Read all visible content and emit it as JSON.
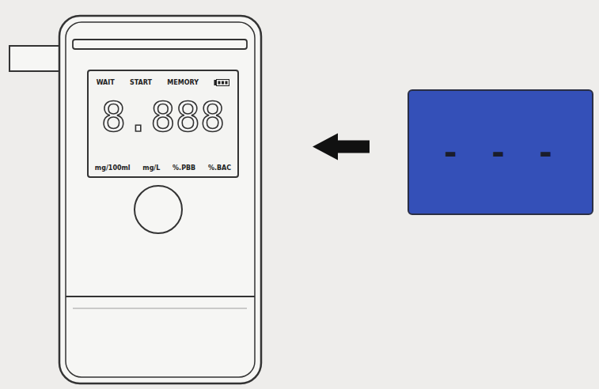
{
  "diagram": {
    "nodes": [
      {
        "text": [
          "WAIT",
          "START",
          "MEMORY",
          "8.888",
          "mg/100ml",
          "mg/L",
          "%.PBB",
          "%.BAC"
        ]
      },
      {
        "text": [
          "- - -"
        ]
      }
    ],
    "edges": [
      {
        "from": 1,
        "to": 0,
        "arrow": "to"
      }
    ]
  }
}
